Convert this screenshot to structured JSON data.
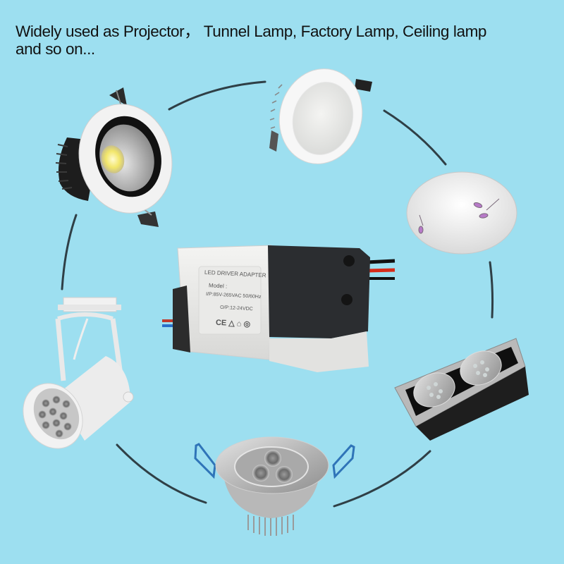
{
  "caption": {
    "line1": "Widely used as Projector， Tunnel Lamp, Factory Lamp, Ceiling lamp",
    "line2": "and so on..."
  },
  "colors": {
    "background": "#9ddff0",
    "arc": "#2f3f46",
    "caption_text": "#111111"
  },
  "center_product": {
    "name": "LED driver adapter",
    "label_title": "LED DRIVER ADAPTER",
    "label_model": "Model :",
    "label_input": "I/P:85V-265VAC 50/60Hz",
    "label_output": "O/P:12-24VDC",
    "marks": [
      "CE",
      "warning-triangle",
      "house",
      "cert-mark"
    ]
  },
  "surrounding_products": [
    {
      "name": "COB recessed downlight",
      "position": "top-left"
    },
    {
      "name": "White panel downlight",
      "position": "top"
    },
    {
      "name": "Ceiling lamp with floral pattern",
      "position": "right-upper"
    },
    {
      "name": "Double grille spotlight",
      "position": "right-lower"
    },
    {
      "name": "3-LED recessed ceiling spotlight",
      "position": "bottom"
    },
    {
      "name": "Track spotlight (projector)",
      "position": "left"
    }
  ]
}
